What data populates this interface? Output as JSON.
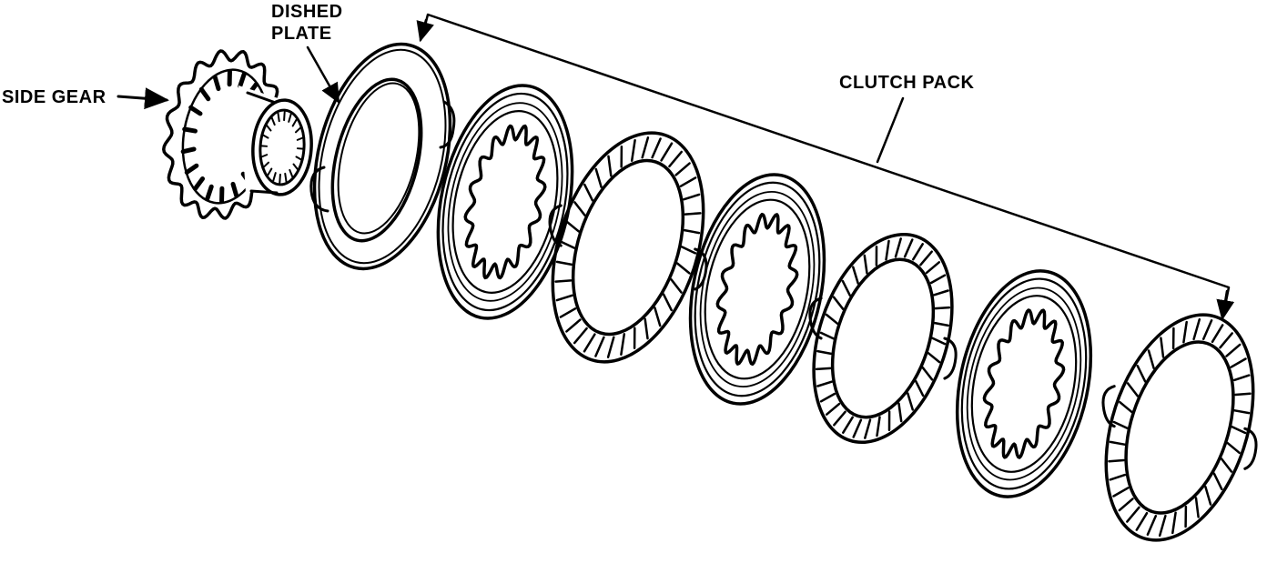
{
  "labels": {
    "side_gear": "SIDE GEAR",
    "dished_plate_line1": "DISHED",
    "dished_plate_line2": "PLATE",
    "clutch_pack": "CLUTCH PACK"
  },
  "colors": {
    "ink": "#000000",
    "background": "#ffffff"
  },
  "parts": [
    {
      "name": "side-gear"
    },
    {
      "name": "dished-plate"
    },
    {
      "name": "clutch-disc-1",
      "kind": "internal-splined"
    },
    {
      "name": "clutch-plate-1",
      "kind": "external-lugs"
    },
    {
      "name": "clutch-disc-2",
      "kind": "internal-splined"
    },
    {
      "name": "clutch-plate-2",
      "kind": "external-lugs"
    },
    {
      "name": "clutch-disc-3",
      "kind": "internal-splined"
    },
    {
      "name": "clutch-plate-3",
      "kind": "external-lugs"
    }
  ]
}
